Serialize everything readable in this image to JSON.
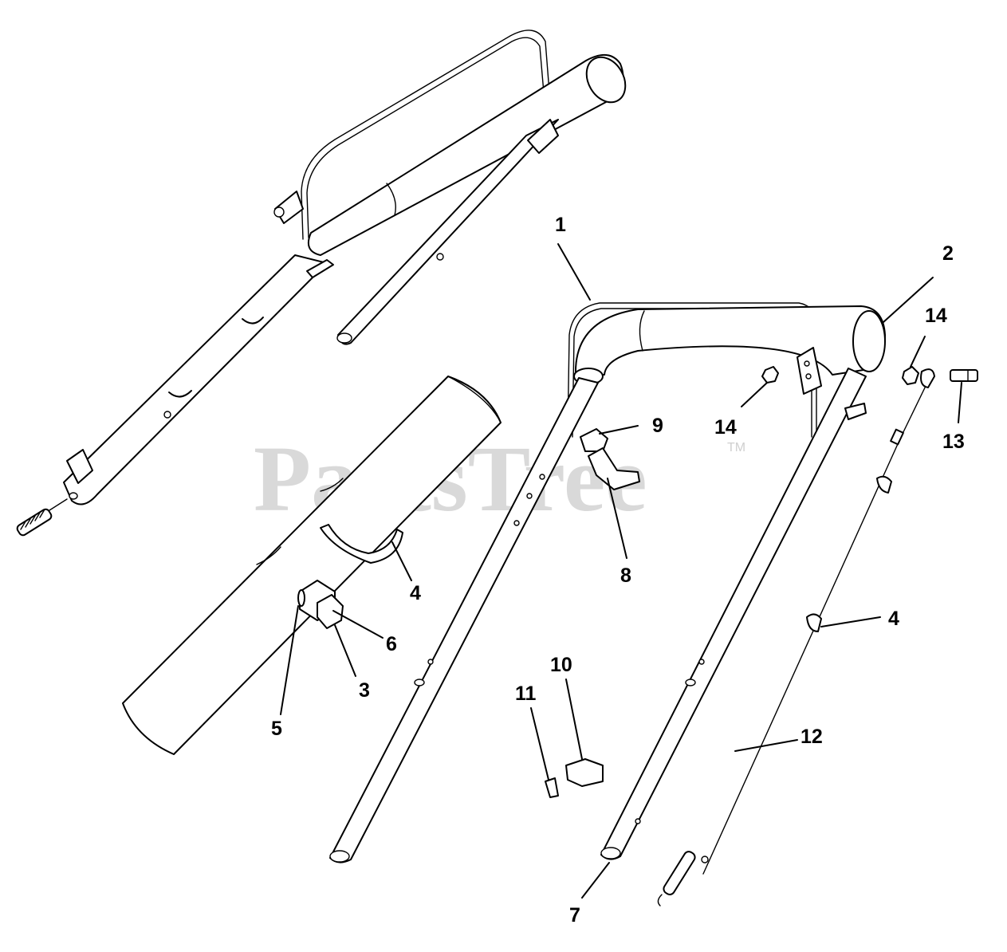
{
  "watermark": {
    "text": "PartsTree",
    "trademark": "TM",
    "color": "#d9d9d9"
  },
  "callouts": [
    {
      "id": "1",
      "label": "1"
    },
    {
      "id": "2",
      "label": "2"
    },
    {
      "id": "14a",
      "label": "14"
    },
    {
      "id": "14b",
      "label": "14"
    },
    {
      "id": "13",
      "label": "13"
    },
    {
      "id": "9",
      "label": "9"
    },
    {
      "id": "8",
      "label": "8"
    },
    {
      "id": "4a",
      "label": "4"
    },
    {
      "id": "4b",
      "label": "4"
    },
    {
      "id": "6",
      "label": "6"
    },
    {
      "id": "3",
      "label": "3"
    },
    {
      "id": "5",
      "label": "5"
    },
    {
      "id": "10",
      "label": "10"
    },
    {
      "id": "11",
      "label": "11"
    },
    {
      "id": "12",
      "label": "12"
    },
    {
      "id": "7",
      "label": "7"
    }
  ]
}
